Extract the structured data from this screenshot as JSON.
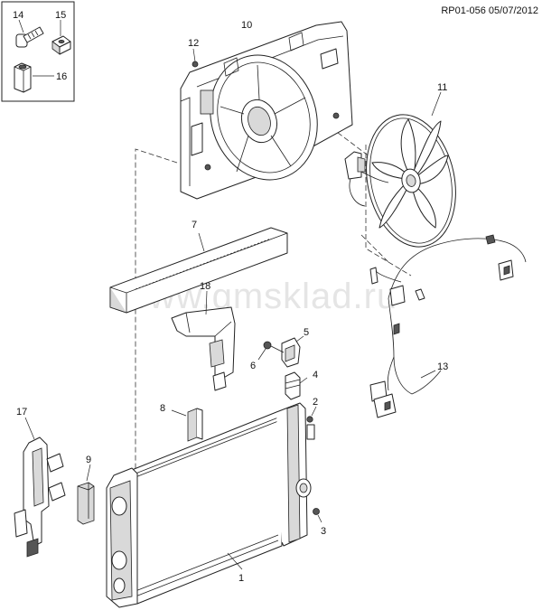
{
  "header": {
    "ref": "RP01-056 05/07/2012"
  },
  "watermark": {
    "text": "www.gmsklad.ru"
  },
  "callouts": {
    "c1": "1",
    "c2": "2",
    "c3": "3",
    "c4": "4",
    "c5": "5",
    "c6": "6",
    "c7": "7",
    "c8": "8",
    "c9": "9",
    "c10": "10",
    "c11": "11",
    "c12": "12",
    "c13": "13",
    "c14": "14",
    "c15": "15",
    "c16": "16",
    "c17": "17",
    "c18": "18"
  }
}
